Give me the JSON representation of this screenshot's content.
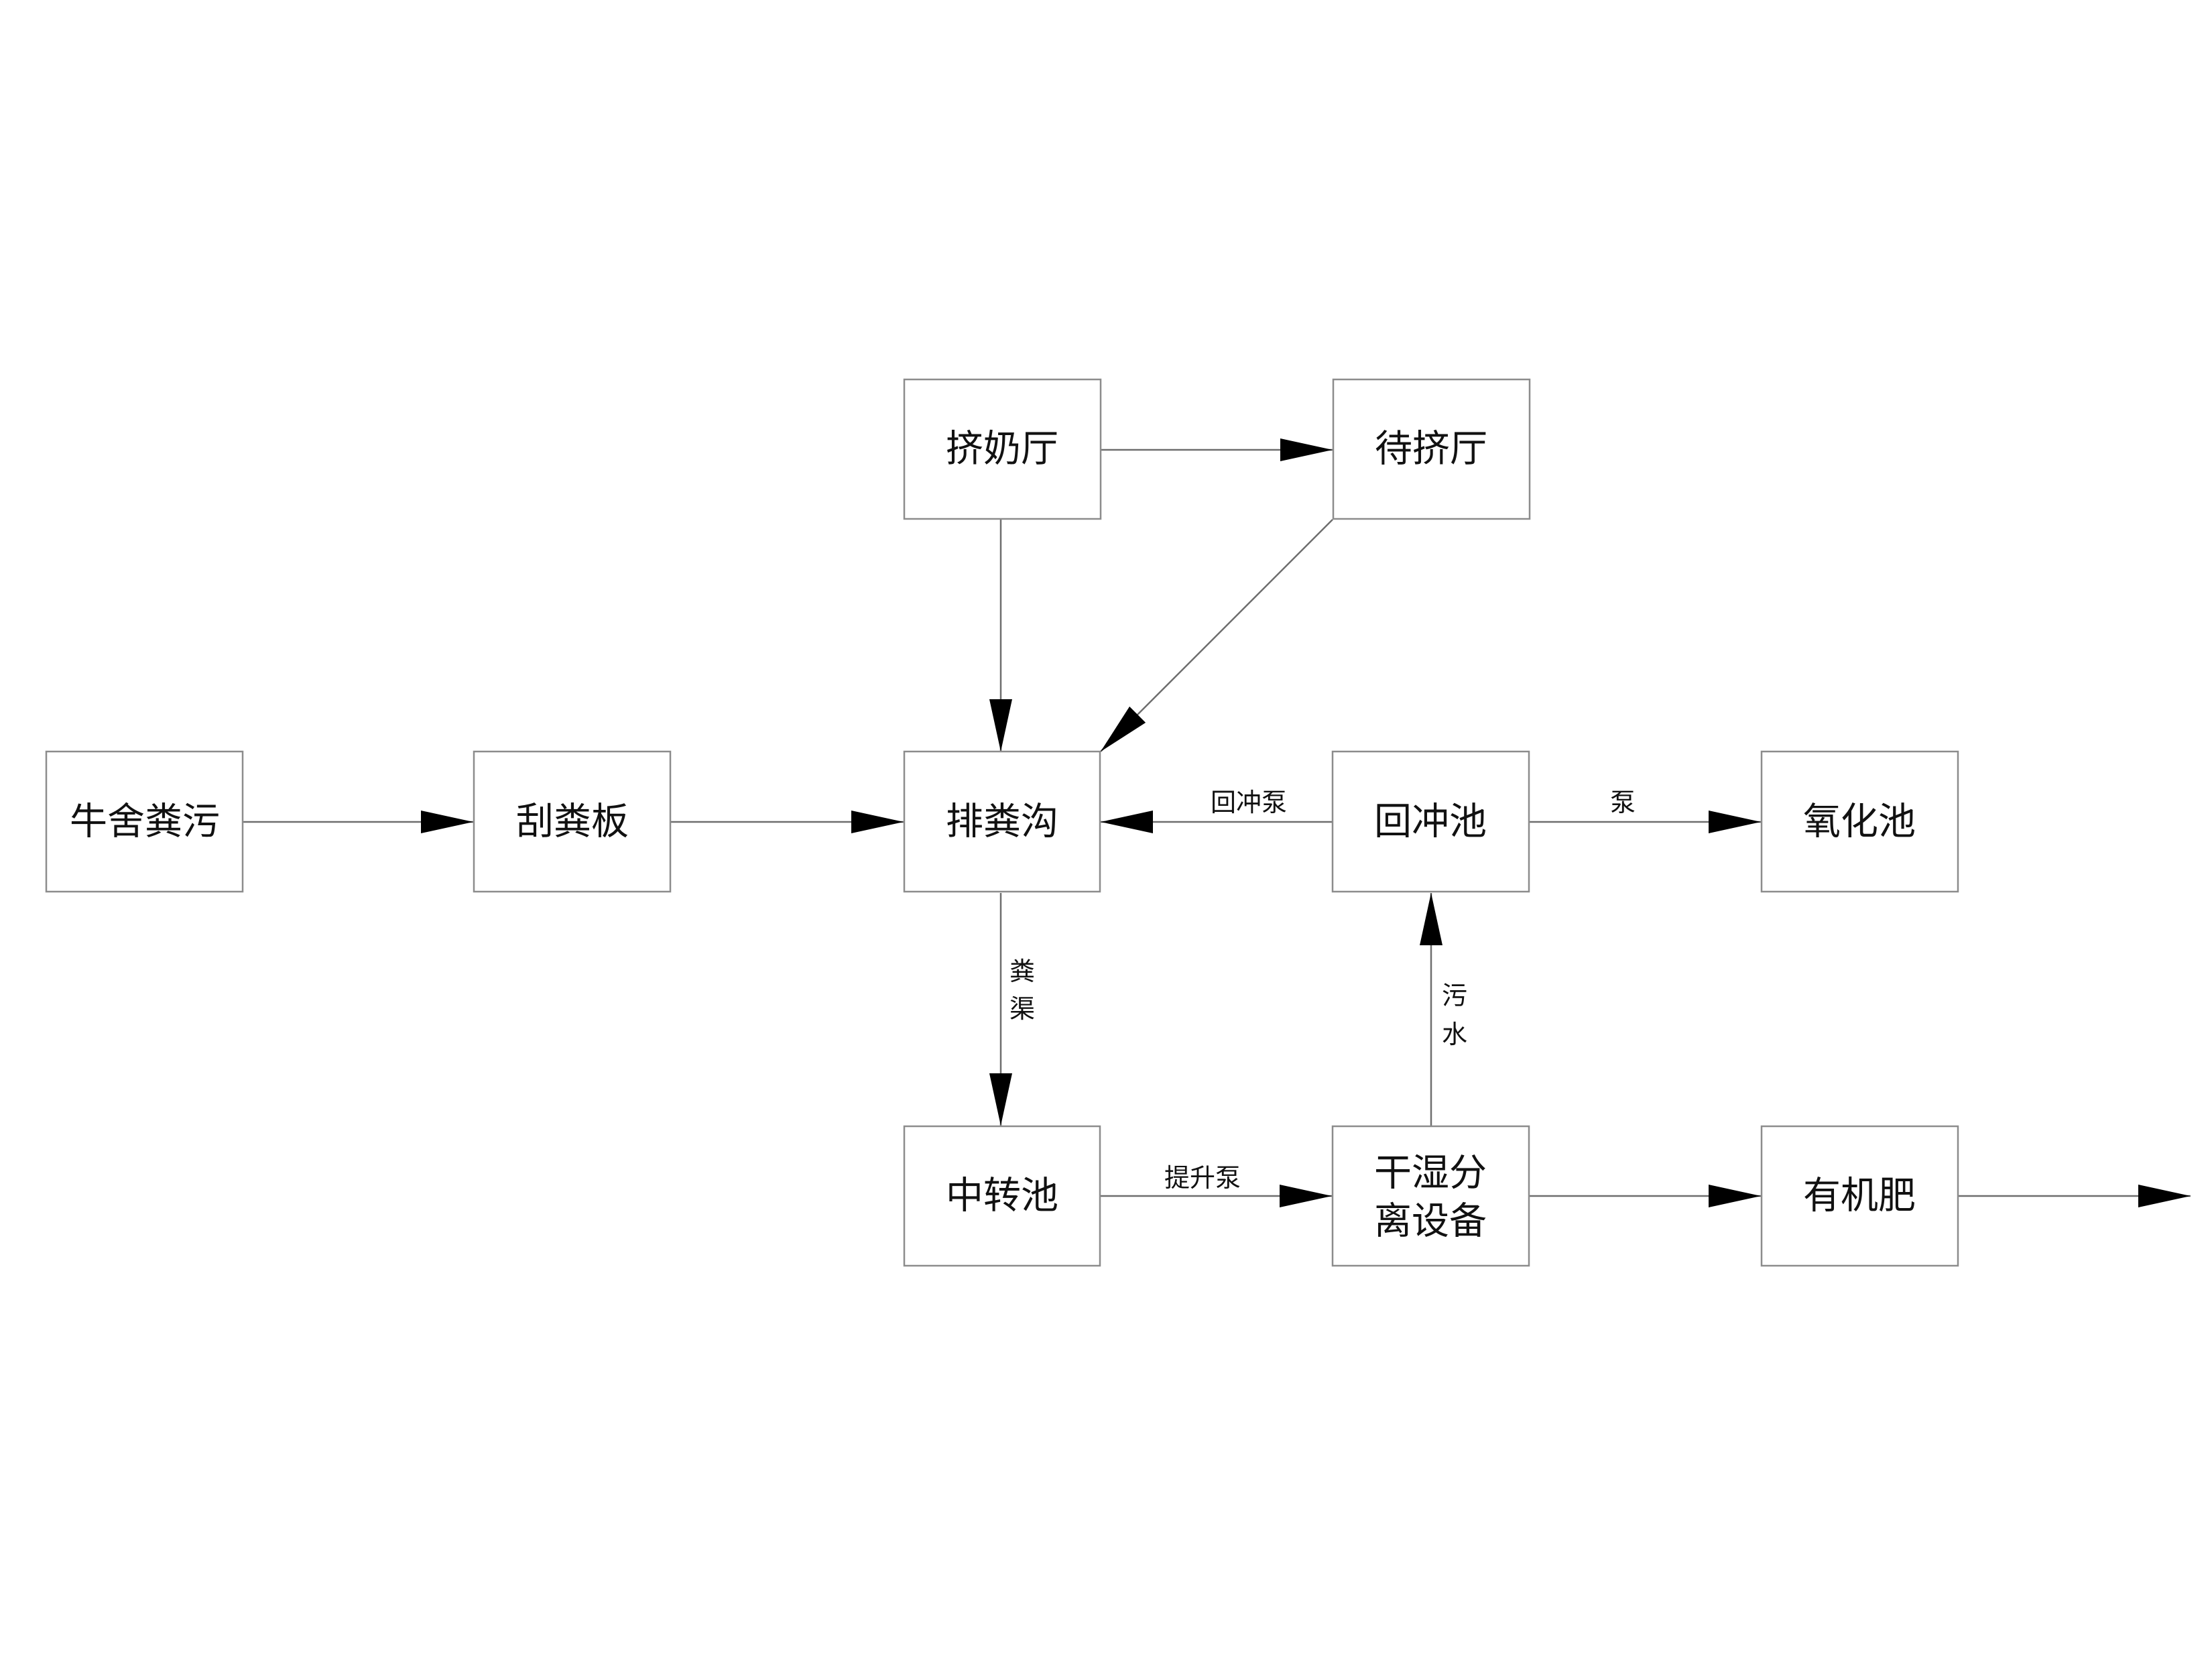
{
  "nodes": {
    "niushe": "牛舍粪污",
    "guafen": "刮粪板",
    "jinai": "挤奶厅",
    "daiji": "待挤厅",
    "paifen": "排粪沟",
    "huichongchi": "回冲池",
    "yanghua": "氧化池",
    "zhongzhuan": "中转池",
    "ganshi_line1": "干湿分",
    "ganshi_line2": "离设备",
    "youjifei": "有机肥"
  },
  "edge_labels": {
    "huichongbeng": "回冲泵",
    "beng": "泵",
    "fenqu_1": "粪",
    "fenqu_2": "渠",
    "wushui_1": "污",
    "wushui_2": "水",
    "tishengbeng": "提升泵"
  }
}
